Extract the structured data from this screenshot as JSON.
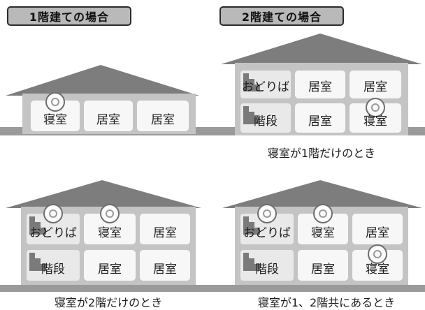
{
  "banners": {
    "one_story": "1階建ての場合",
    "two_story": "2階建ての場合"
  },
  "houses": {
    "one_story": {
      "rooms": [
        "寝室",
        "居室",
        "居室"
      ]
    },
    "two_story_a": {
      "upper_stair": "おどりば",
      "upper_rooms": [
        "居室",
        "居室"
      ],
      "lower_stair": "階段",
      "lower_rooms": [
        "居室",
        "寝室"
      ],
      "caption": "寝室が1階だけのとき"
    },
    "two_story_b": {
      "upper_stair": "おどりば",
      "upper_rooms": [
        "寝室",
        "居室"
      ],
      "lower_stair": "階段",
      "lower_rooms": [
        "居室",
        "居室"
      ],
      "caption": "寝室が2階だけのとき"
    },
    "two_story_c": {
      "upper_stair": "おどりば",
      "upper_rooms": [
        "寝室",
        "居室"
      ],
      "lower_stair": "階段",
      "lower_rooms": [
        "居室",
        "寝室"
      ],
      "caption": "寝室が1、2階共にあるとき"
    }
  },
  "colors": {
    "roof": "#7d7d7d",
    "wall": "#c4c4c4",
    "ground": "#9a9a9a",
    "room": "#f7f7f7",
    "banner": "#b9b9b9"
  }
}
